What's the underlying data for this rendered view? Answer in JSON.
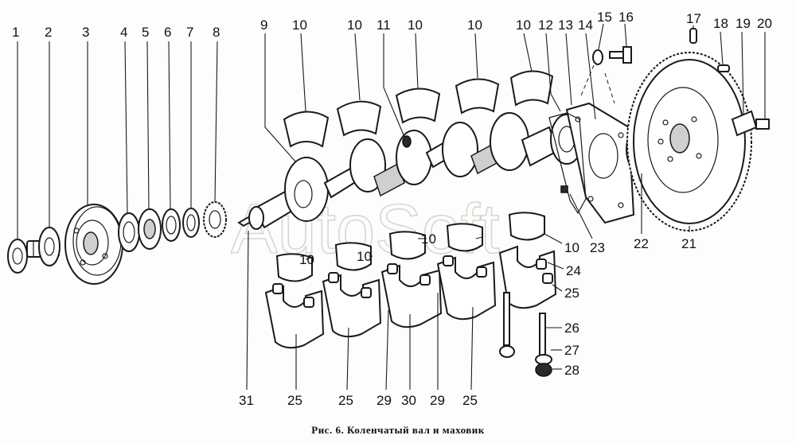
{
  "caption": "Рис. 6. Коленчатый вал и маховик",
  "watermark": "AutoSoft",
  "callouts": [
    "1",
    "2",
    "3",
    "4",
    "5",
    "6",
    "7",
    "8",
    "9",
    "10",
    "10",
    "11",
    "10",
    "10",
    "10",
    "12",
    "13",
    "14",
    "15",
    "16",
    "17",
    "18",
    "19",
    "20",
    "10",
    "10",
    "10",
    "10",
    "21",
    "22",
    "23",
    "24",
    "25",
    "26",
    "27",
    "28",
    "25",
    "25",
    "29",
    "30",
    "29",
    "25",
    "31"
  ]
}
